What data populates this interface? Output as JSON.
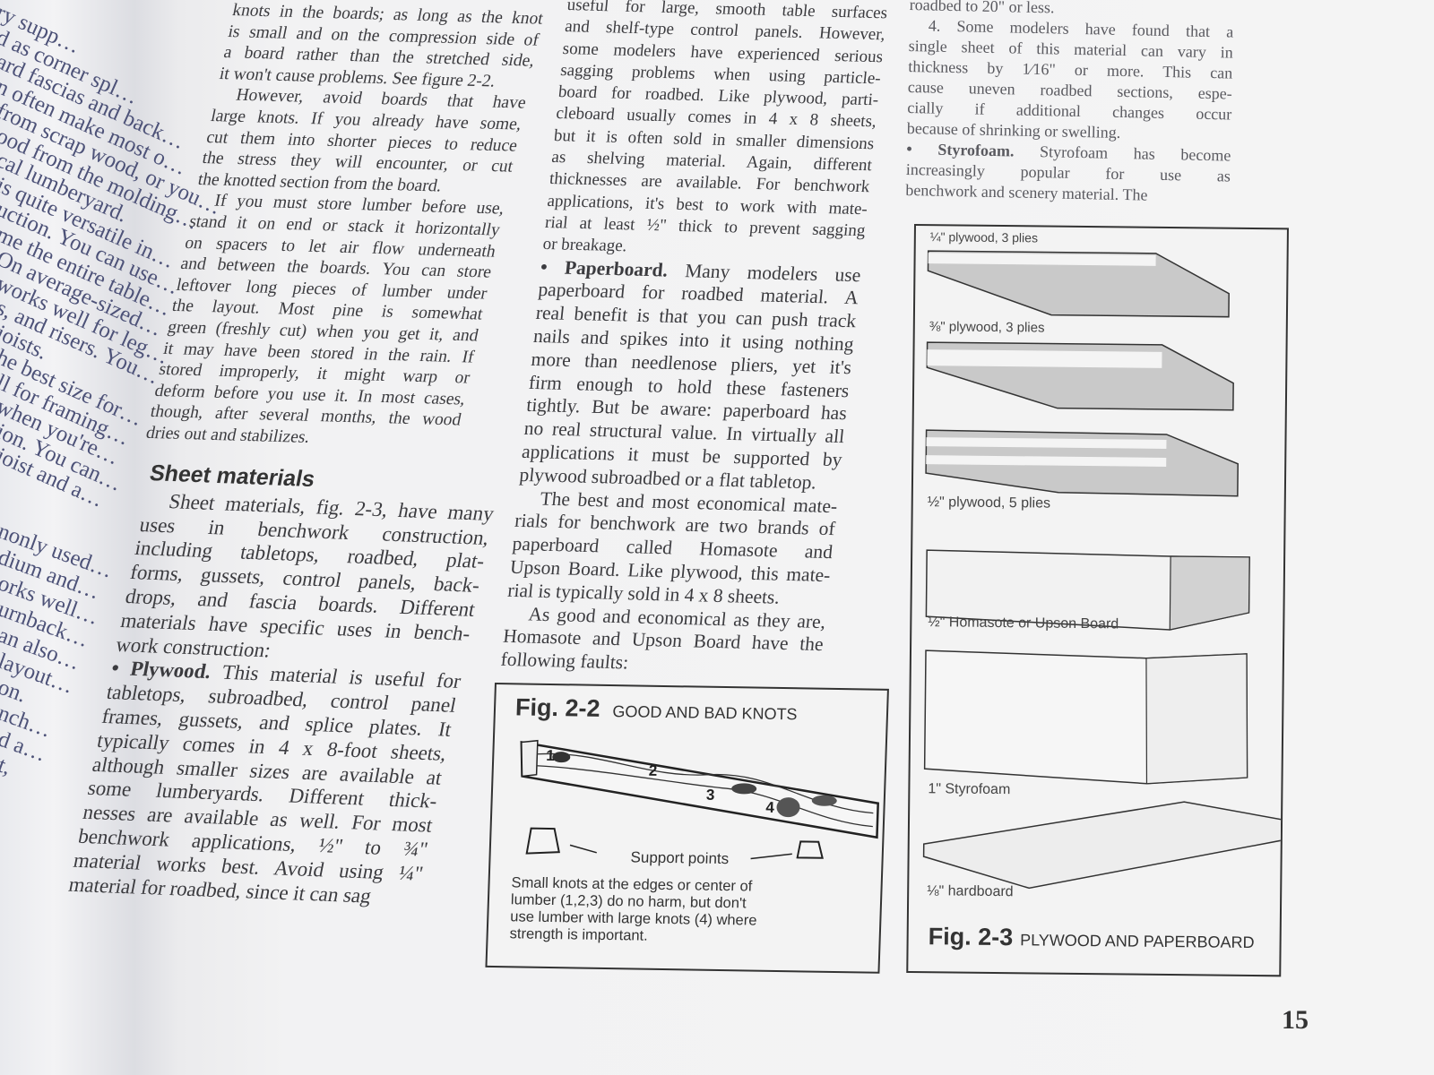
{
  "page_number": "15",
  "left_page_fragments": [
    "…ry supp…",
    "…d as corner spl…",
    "…ard fascias and back…",
    "…n often make most o…",
    "…from scrap wood, or you…",
    "…ood from the molding…",
    "…cal lumberyard.",
    "…is quite versatile in…",
    "…uction. You can use…",
    "…me the entire table…",
    "…On average-sized…",
    "…works well for leg…",
    "…s, and risers. You…",
    "…joists.",
    "…he best size for…",
    "…ll for framing…",
    "…when you're…",
    "…ion. You can…",
    "…joist and a…",
    "…nonly used…",
    "…dium and…",
    "…orks well…",
    "…urnback…",
    "…an also…",
    "…layout…",
    "…on.",
    "…nch…",
    "…d a…",
    "…t,"
  ],
  "column1": [
    "knots in the boards; as long as the knot",
    "is small and on the compression side of",
    "a board rather than the stretched side,",
    "it won't cause problems. See figure 2-2.",
    "    However, avoid boards that have",
    "large knots. If you already have some,",
    "cut them into shorter pieces to reduce",
    "the stress they will encounter, or cut",
    "the knotted section from the board.",
    "    If you must store lumber before use,",
    "stand it on end or stack it horizontally",
    "on spacers to let air flow underneath",
    "and between the boards. You can store",
    "leftover long pieces of lumber under",
    "the layout. Most pine is somewhat",
    "green (freshly cut) when you get it, and",
    "it may have been stored in the rain. If",
    "stored improperly, it might warp or",
    "deform before you use it. In most cases,",
    "though, after several months, the wood",
    "dries out and stabilizes."
  ],
  "column2": {
    "heading": "Sheet materials",
    "lines": [
      "    Sheet materials, fig. 2-3, have many",
      "uses in benchwork construction,",
      "including tabletops, roadbed, plat-",
      "forms, gussets, control panels, back-",
      "drops, and fascia boards. Different",
      "materials have specific uses in bench-",
      "work construction:",
      "• Plywood. This material is useful for",
      "tabletops, subroadbed, control panel",
      "frames, gussets, and splice plates. It",
      "typically comes in 4 x 8-foot sheets,",
      "although smaller sizes are available at",
      "some lumberyards. Different thick-",
      "nesses are available as well. For most",
      "benchwork applications, ½\" to ¾\"",
      "material works best. Avoid using ¼\"",
      "material for roadbed, since it can sag"
    ]
  },
  "column3": [
    "useful for large, smooth table surfaces",
    "and shelf-type control panels. However,",
    "some modelers have experienced serious",
    "sagging problems when using particle-",
    "board for roadbed. Like plywood, parti-",
    "cleboard usually comes in 4 x 8 sheets,",
    "but it is often sold in smaller dimensions",
    "as shelving material. Again, different",
    "thicknesses are available. For benchwork",
    "applications, it's best to work with mate-",
    "rial at least ½\" thick to prevent sagging",
    "or breakage.",
    "• Paperboard. Many modelers use",
    "paperboard for roadbed material. A",
    "real benefit is that you can push track",
    "nails and spikes into it using nothing",
    "more than needlenose pliers, yet it's",
    "firm enough to hold these fasteners",
    "tightly. But be aware: paperboard has",
    "no real structural value. In virtually all",
    "applications it must be supported by",
    "plywood subroadbed or a flat tabletop.",
    "    The best and most economical mate-",
    "rials for benchwork are two brands of",
    "paperboard called Homasote and",
    "Upson Board. Like plywood, this mate-",
    "rial is typically sold in 4 x 8 sheets.",
    "    As good and economical as they are,",
    "Homasote and Upson Board have the",
    "following faults:"
  ],
  "column4": [
    "roadbed to 20\" or less.",
    "    4. Some modelers have found that a",
    "single sheet of this material can vary in",
    "thickness by 1⁄16\" or more. This can",
    "cause uneven roadbed sections, espe-",
    "cially if additional changes occur",
    "because of shrinking or swelling.",
    "• Styrofoam. Styrofoam has become",
    "increasingly popular for use as",
    "benchwork and scenery material. The"
  ],
  "fig2_2": {
    "number": "Fig. 2-2",
    "title": "GOOD AND BAD KNOTS",
    "knot_labels": [
      "1",
      "2",
      "3",
      "4"
    ],
    "support_label": "Support points",
    "caption": [
      "Small knots at the edges or center of",
      "lumber (1,2,3) do no harm, but don't",
      "use lumber with large knots (4) where",
      "strength is important."
    ]
  },
  "fig2_3": {
    "number": "Fig. 2-3",
    "title": "PLYWOOD AND PAPERBOARD",
    "labels": [
      "¼\" plywood, 3 plies",
      "⅜\" plywood, 3 plies",
      "½\" plywood, 5 plies",
      "½\" Homasote or Upson Board",
      "1\" Styrofoam",
      "⅛\" hardboard"
    ]
  }
}
